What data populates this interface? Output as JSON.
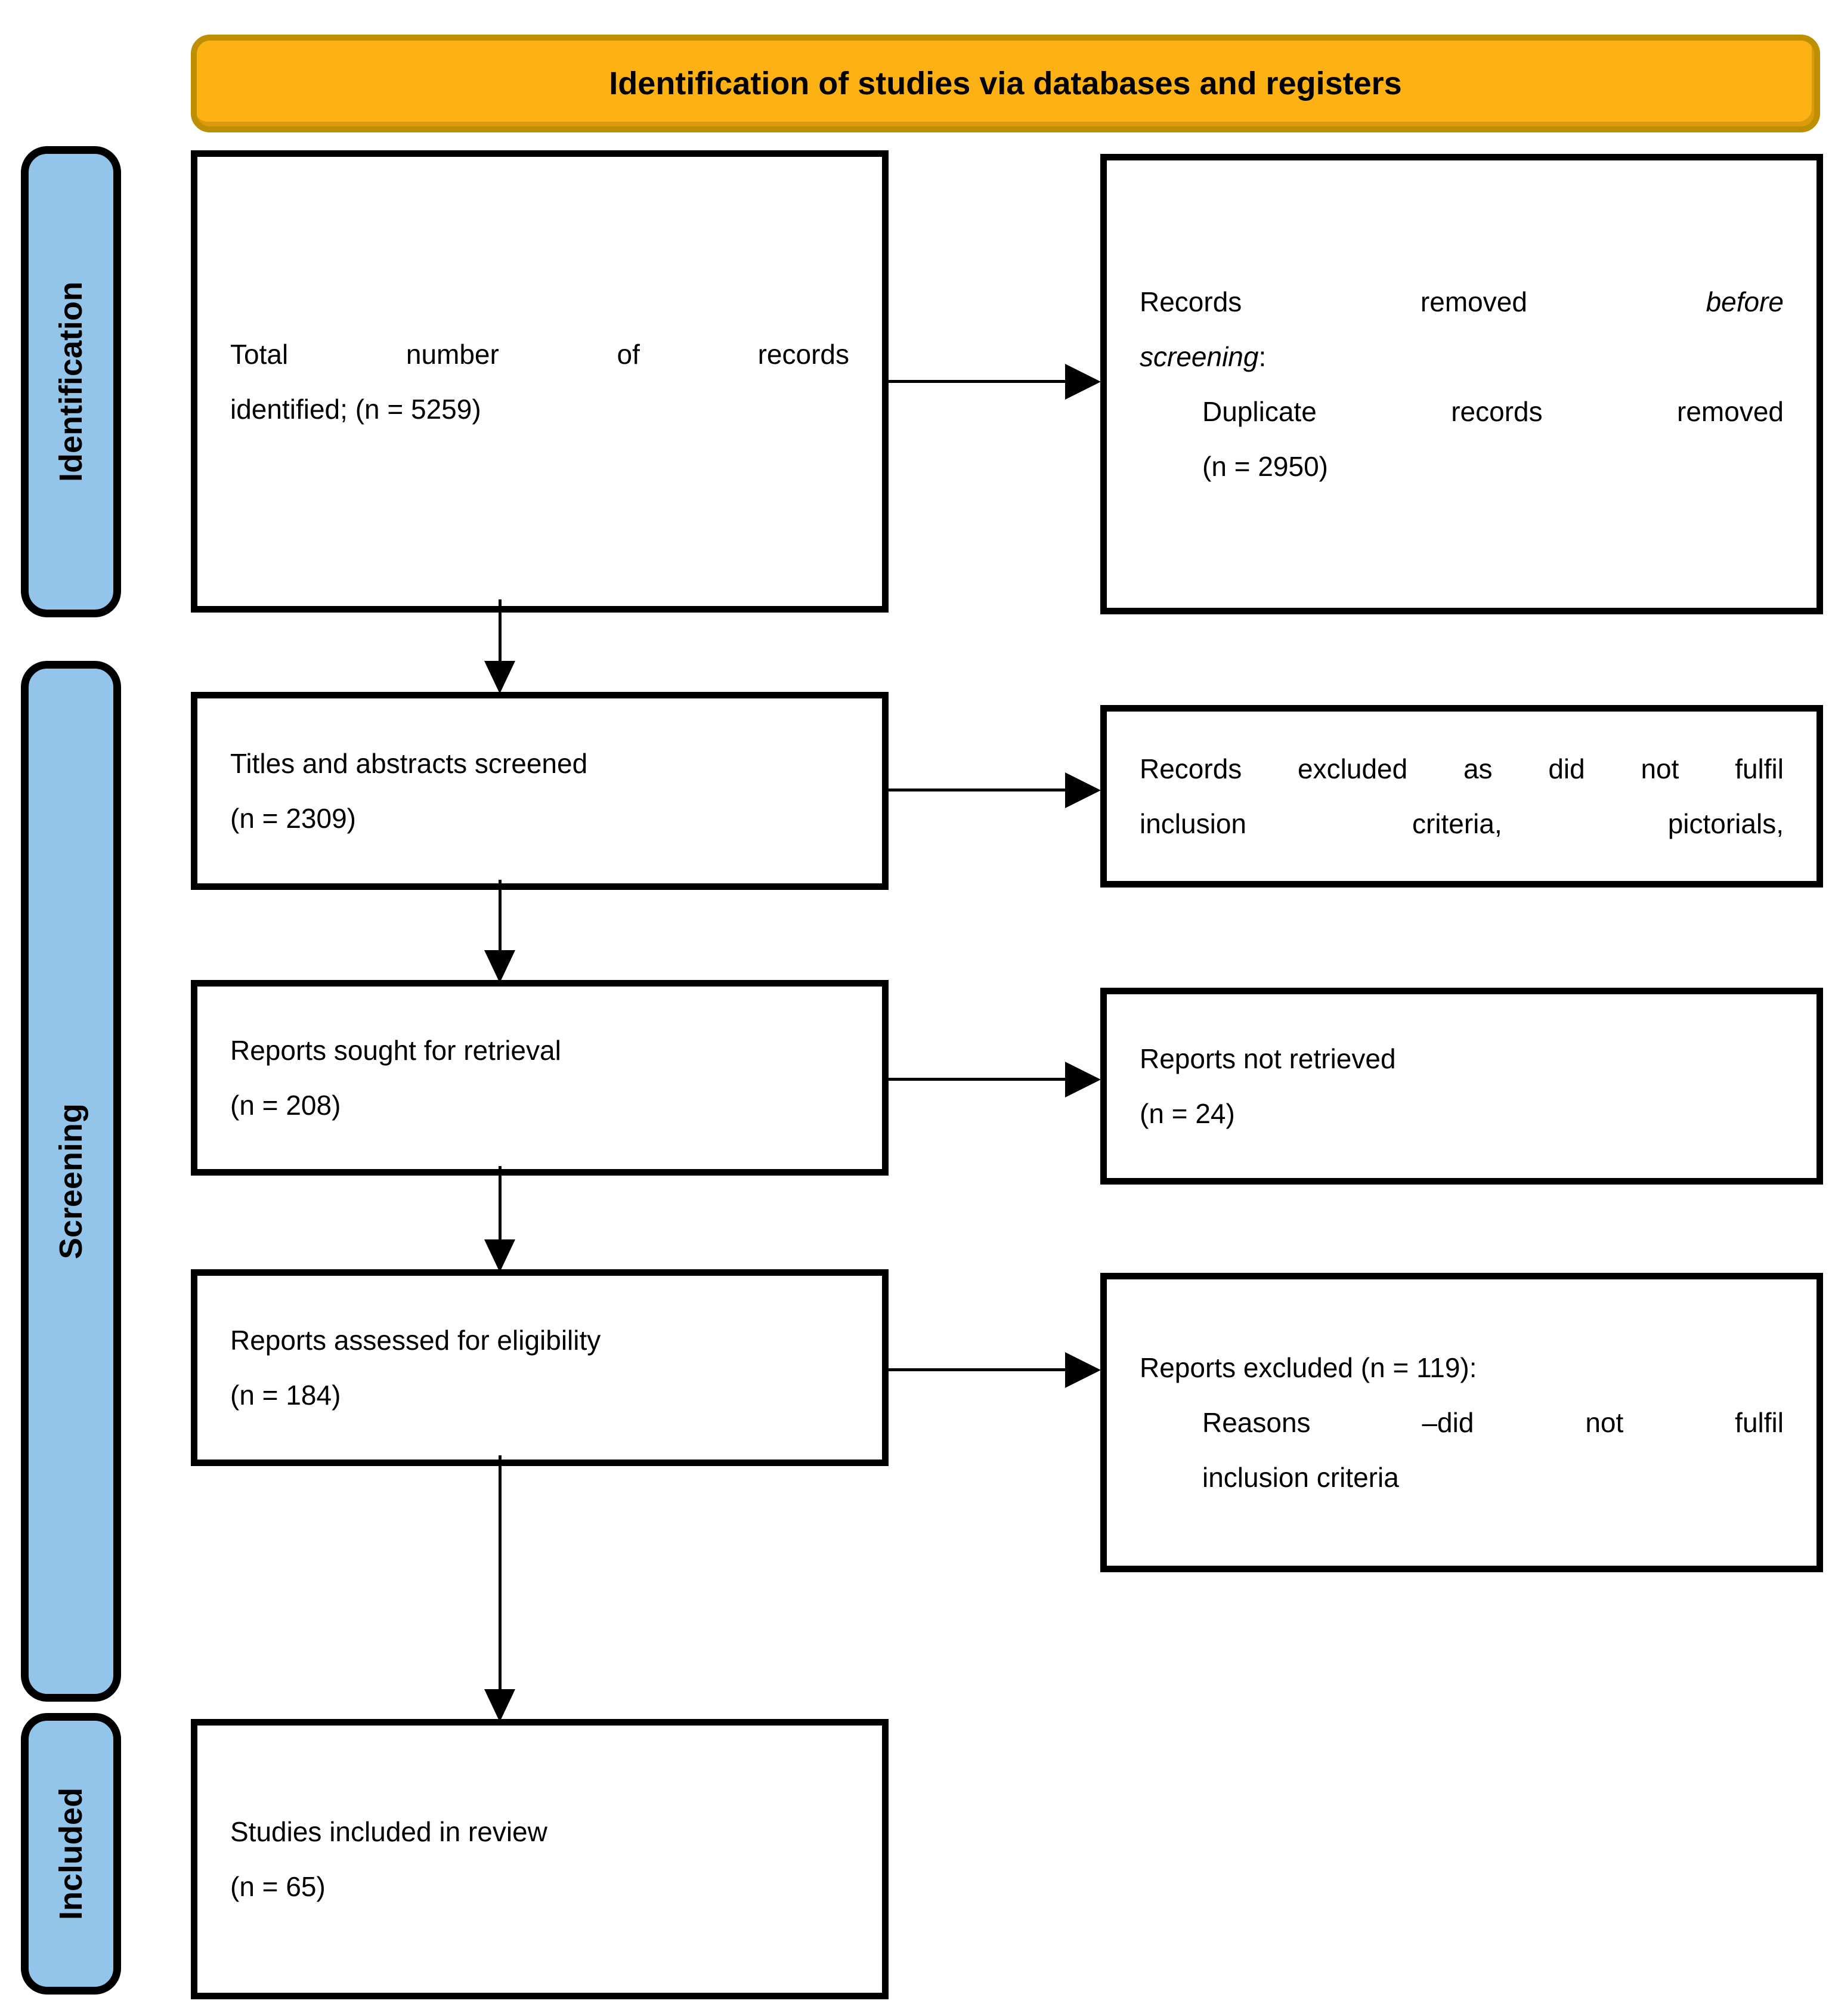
{
  "banner": {
    "title": "Identification of studies via databases and registers"
  },
  "sidebar": {
    "identification": "Identification",
    "screening": "Screening",
    "included": "Included"
  },
  "boxes": {
    "records_identified": {
      "line1": "Total number of records",
      "line2": "identified; (n = 5259)"
    },
    "records_removed": {
      "line1_text": "Records removed ",
      "line1_italic": "before",
      "line2_italic": "screening",
      "line2_colon": ":",
      "line3": "Duplicate records removed",
      "line4": "(n = 2950)"
    },
    "titles_screened": {
      "line1": "Titles and abstracts screened",
      "line2": "(n = 2309)"
    },
    "records_excluded": {
      "line1": "Records excluded as did not fulfil",
      "line2": "inclusion criteria, pictorials,"
    },
    "reports_sought": {
      "line1": "Reports sought for retrieval",
      "line2": "(n = 208)"
    },
    "reports_not_retrieved": {
      "line1": "Reports not retrieved",
      "line2": "(n = 24)"
    },
    "reports_assessed": {
      "line1": "Reports assessed for eligibility",
      "line2": "(n = 184)"
    },
    "reports_excluded": {
      "line1": "Reports excluded (n = 119):",
      "line2": "Reasons –did not fulfil",
      "line3": "inclusion criteria"
    },
    "studies_included": {
      "line1": "Studies included in review",
      "line2": "(n = 65)"
    }
  },
  "colors": {
    "banner_fill": "#FCB215",
    "banner_border": "#BE8F00",
    "sidebar_fill": "#92C5E9",
    "box_border": "#000000"
  }
}
